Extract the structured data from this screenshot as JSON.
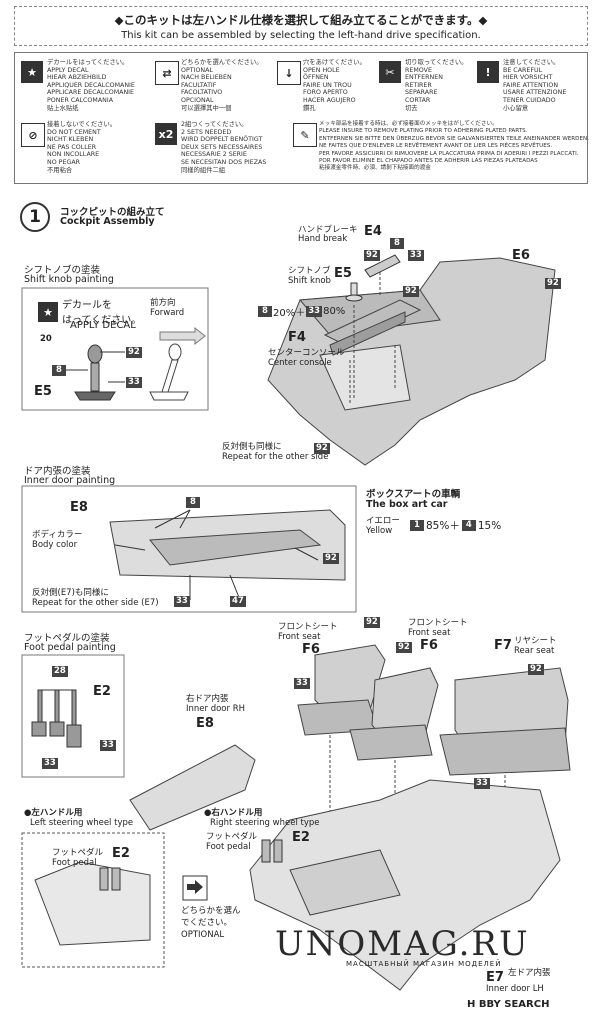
{
  "header": {
    "jp": "◆このキットは左ハンドル仕様を選択して組み立てることができます。◆",
    "en": "This kit can be assembled by selecting the left-hand drive specification."
  },
  "legend": {
    "decal": "デカールをはってください。\nAPPLY DECAL\nHIEAR ABZIEHBILD\nAPPLIQUER DECALCOMANIE\nAPPLICARE DECALCOMANIE\nPONER CALCOMANIA\n贴上水贴纸",
    "optional": "どちらかを選んでください。\nOPTIONAL\nNACH BELIEBEN\nFACULTATIF\nFACOLTATIVO\nOPCIONAL\n可以選擇其中一個",
    "hole": "穴をあけてください。\nOPEN HOLE\nÖFFNEN\nFAIRE UN TROU\nFORO APERTO\nHACER AGUJERO\n鑽孔",
    "remove": "切り取ってください。\nREMOVE\nENTFERNEN\nRETIRER\nSEPARARE\nCORTAR\n切去",
    "careful": "注意してください。\nBE CAREFUL\nHIER VORSICHT\nFAIRE ATTENTION\nUSARE ATTENZIONE\nTENER CUIDADO\n小心留意",
    "nocement": "接着しないでください。\nDO NOT CEMENT\nNICHT KLEBEN\nNE PAS COLLER\nNON INCOLLARE\nNO PEGAR\n不用粘合",
    "x2_icon": "x2",
    "x2": "2組つくってください。\n2 SETS NEEDED\nWIRD DOPPELT BENÖTIGT\nDEUX SETS NECESSAIRES\nNECESSARIE 2 SERIE\nSE NECESITAN DOS PIEZAS\n同樣的組件二組",
    "plating": "メッキ部品を接着する時は、必ず接着面のメッキをはがしてください。\nPLEASE INSURE TO REMOVE PLATING PRIOR TO ADHERING PLATED PARTS.\nENTFERNEN SIE BITTE DEN ÜBERZUG BEVOR SIE GALVANISIERTEN TEILE ANEINANDER WERDEN.\nNE FAITES QUE D'ENLEVER LE REVÊTEMENT AVANT DE LIER LES PIÈCES REVÊTUES.\nPER FAVORE ASSICURRI DI RIMUOVERE LA PLACCATURA PRIMA DI ADERIRI I PEZZI PLACCATI.\nPOR FAVOR ELIMINE EL CHAPADO ANTES DE ADHERIR LAS PIEZAS PLATEADAS\n粘接渡金零件時、必須、請剝下粘接面的渡金"
  },
  "step": {
    "number": "1",
    "title_jp": "コックピットの組み立て",
    "title_en": "Cockpit Assembly"
  },
  "shift_knob": {
    "title_jp": "シフトノブの塗装",
    "title_en": "Shift knob painting",
    "decal_jp": "デカールを\nはってください。",
    "decal_en": "APPLY DECAL",
    "forward_jp": "前方向",
    "forward_en": "Forward",
    "decal_no": "20",
    "part": "E5",
    "paints": [
      "8",
      "92",
      "33"
    ]
  },
  "upper_assembly": {
    "hand_break_jp": "ハンドブレーキ",
    "hand_break_en": "Hand break",
    "e4": "E4",
    "shift_knob_jp": "シフトノブ",
    "shift_knob_en": "Shift knob",
    "e5": "E5",
    "e6": "E6",
    "mix": "20%＋",
    "mix2": "80%",
    "mix_a": "8",
    "mix_b": "33",
    "f4": "F4",
    "console_jp": "センターコンソール",
    "console_en": "Center console",
    "repeat_jp": "反対側も同様に",
    "repeat_en": "Repeat for the other side",
    "paints": [
      "8",
      "92",
      "33",
      "92",
      "92"
    ]
  },
  "door": {
    "title_jp": "ドア内張の塗装",
    "title_en": "Inner door painting",
    "part": "E8",
    "body_color_jp": "ボディカラー",
    "body_color_en": "Body color",
    "repeat_jp": "反対側(E7)も同様に",
    "repeat_en": "Repeat for the other side (E7)",
    "paints": [
      "8",
      "92",
      "33",
      "47"
    ]
  },
  "box_art": {
    "title_jp": "ボックスアートの車輌",
    "title_en": "The box art car",
    "yellow_jp": "イエロー",
    "yellow_en": "Yellow",
    "c1": "1",
    "p1": "85%＋",
    "c2": "4",
    "p2": "15%"
  },
  "pedal": {
    "title_jp": "フットペダルの塗装",
    "title_en": "Foot pedal painting",
    "part": "E2",
    "paints": [
      "28",
      "33",
      "33"
    ]
  },
  "seats": {
    "front_jp": "フロントシート",
    "front_en": "Front seat",
    "f6": "F6",
    "rear_jp": "リヤシート",
    "rear_en": "Rear seat",
    "f7": "F7",
    "paints": [
      "92",
      "92",
      "92",
      "33",
      "33"
    ]
  },
  "lower_assembly": {
    "door_rh_jp": "右ドア内張",
    "door_rh_en": "Inner door RH",
    "e8": "E8",
    "lhd_jp": "●左ハンドル用",
    "lhd_en": "Left steering wheel type",
    "rhd_jp": "●右ハンドル用",
    "rhd_en": "Right steering wheel type",
    "pedal_jp": "フットペダル",
    "pedal_en": "Foot pedal",
    "e2": "E2",
    "optional_jp": "どちらかを選ん\nでください。",
    "optional_en": "OPTIONAL",
    "e7": "E7",
    "door_lh_jp": "左ドア内張",
    "door_lh_en": "Inner door LH"
  },
  "watermark": {
    "main": "UNOMAG.RU",
    "sub": "МАСШТАБНЫЙ МАГАЗИН МОДЕЛЕЙ",
    "hobby": "H BBY SEARCH"
  }
}
